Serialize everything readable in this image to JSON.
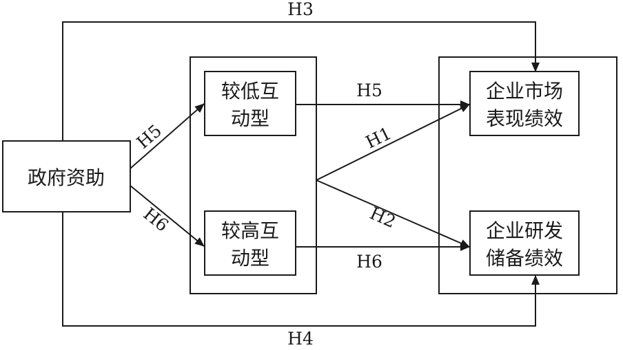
{
  "nodes": {
    "gov_funding": "政府资助",
    "low_interaction": [
      "较低互",
      "动型"
    ],
    "high_interaction": [
      "较高互",
      "动型"
    ],
    "market_performance": [
      "企业市场",
      "表现绩效"
    ],
    "rd_performance": [
      "企业研发",
      "储备绩效"
    ]
  },
  "hypotheses": {
    "h1": "H1",
    "h2": "H2",
    "h3": "H3",
    "h4": "H4",
    "h5_left": "H5",
    "h5_right": "H5",
    "h6_left": "H6",
    "h6_right": "H6"
  },
  "colors": {
    "stroke": "#1a1a1a",
    "background": "#ffffff"
  }
}
